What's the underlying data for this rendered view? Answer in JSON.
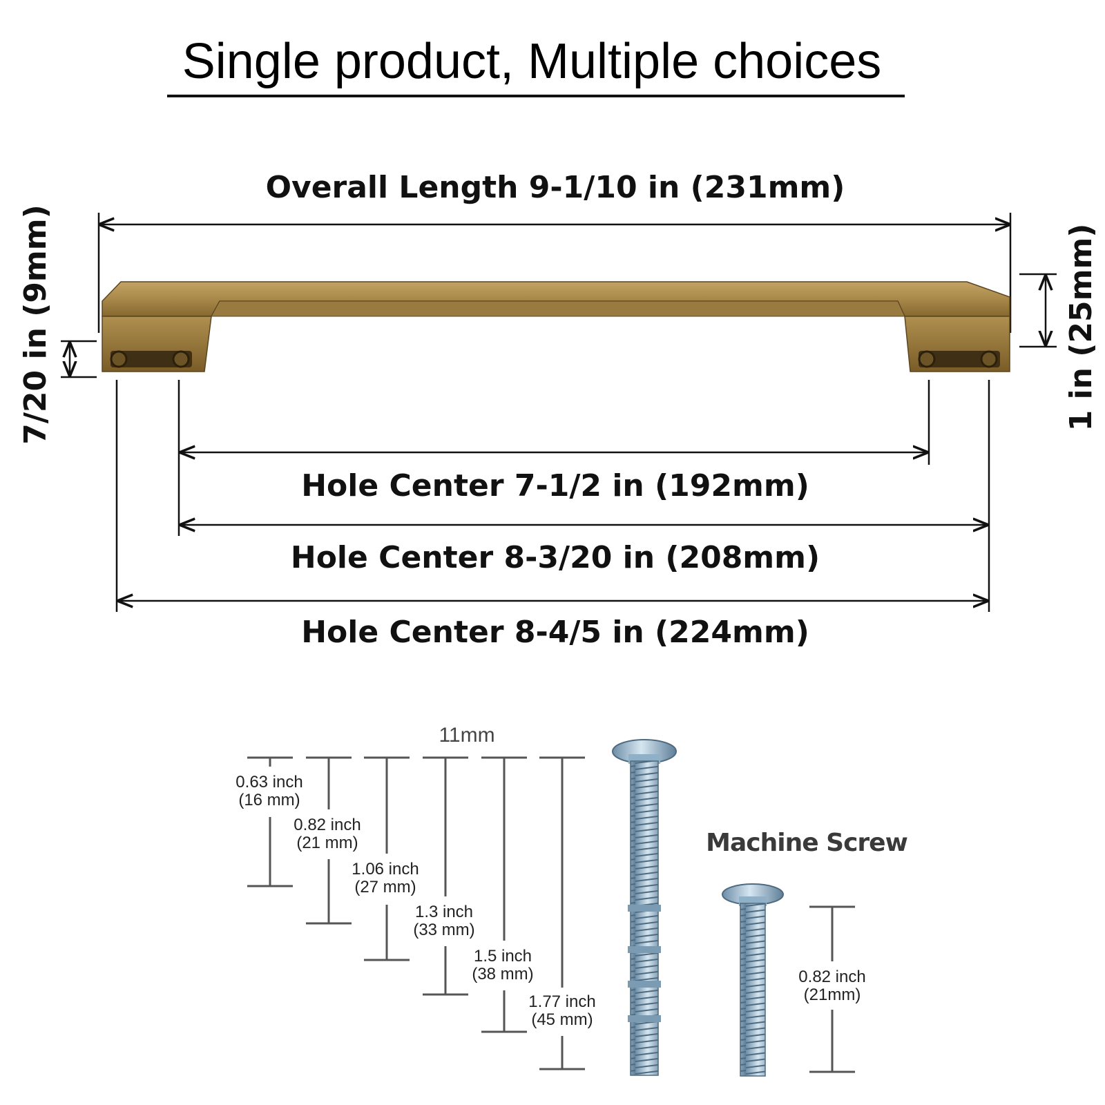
{
  "title": "Single product, Multiple choices",
  "colors": {
    "bronze": "#a8894a",
    "bronze_dark": "#6e5426",
    "screw": "#9fc0d8"
  },
  "dimensions": {
    "overall_length": "Overall Length 9-1/10 in (231mm)",
    "left_vertical": "7/20 in (9mm)",
    "right_vertical": "1 in (25mm)",
    "hole_center_1": "Hole Center 7-1/2 in (192mm)",
    "hole_center_2": "Hole Center 8-3/20 in (208mm)",
    "hole_center_3": "Hole Center 8-4/5 in (224mm)"
  },
  "screws": {
    "head_size": "11mm",
    "lengths": [
      {
        "inch": "0.63 inch",
        "mm": "(16 mm)"
      },
      {
        "inch": "0.82 inch",
        "mm": "(21 mm)"
      },
      {
        "inch": "1.06 inch",
        "mm": "(27 mm)"
      },
      {
        "inch": "1.3 inch",
        "mm": "(33 mm)"
      },
      {
        "inch": "1.5 inch",
        "mm": "(38 mm)"
      },
      {
        "inch": "1.77 inch",
        "mm": "(45 mm)"
      }
    ],
    "machine_screw_label": "Machine Screw",
    "machine_screw_inch": "0.82 inch",
    "machine_screw_mm": "(21mm)"
  }
}
